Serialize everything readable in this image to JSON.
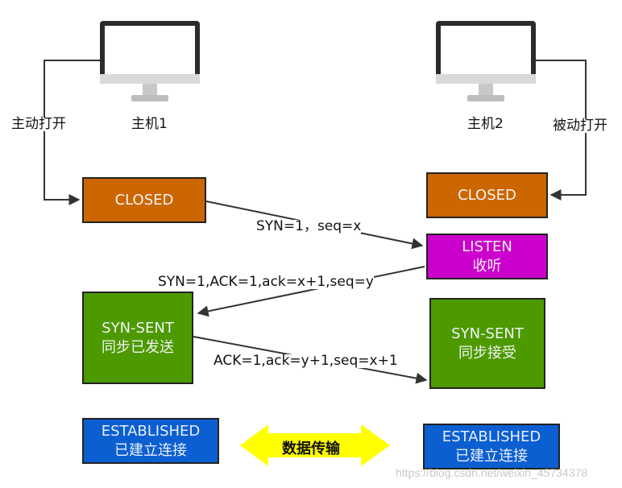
{
  "hosts": {
    "host1": {
      "label": "主机1",
      "action": "主动打开",
      "icon": "computer-monitor-icon"
    },
    "host2": {
      "label": "主机2",
      "action": "被动打开",
      "icon": "computer-monitor-icon"
    }
  },
  "states": {
    "closed_left": {
      "name": "CLOSED"
    },
    "closed_right": {
      "name": "CLOSED"
    },
    "listen": {
      "name": "LISTEN",
      "desc": "收听"
    },
    "syn_sent_left": {
      "name": "SYN-SENT",
      "desc": "同步已发送"
    },
    "syn_sent_right": {
      "name": "SYN-SENT",
      "desc": "同步接受"
    },
    "est_left": {
      "name": "ESTABLISHED",
      "desc": "已建立连接"
    },
    "est_right": {
      "name": "ESTABLISHED",
      "desc": "已建立连接"
    }
  },
  "messages": {
    "m1": "SYN=1，seq=x",
    "m2": "SYN=1,ACK=1,ack=x+1,seq=y",
    "m3": "ACK=1,ack=y+1,seq=x+1"
  },
  "data_transfer": {
    "label": "数据传输"
  },
  "watermark": "https://blog.csdn.net/weixin_45734378",
  "colors": {
    "closed": "#cc6600",
    "listen": "#cc00cc",
    "syn_sent": "#4c9a00",
    "established": "#0b5fd0",
    "data_arrow": "#ffff00"
  }
}
